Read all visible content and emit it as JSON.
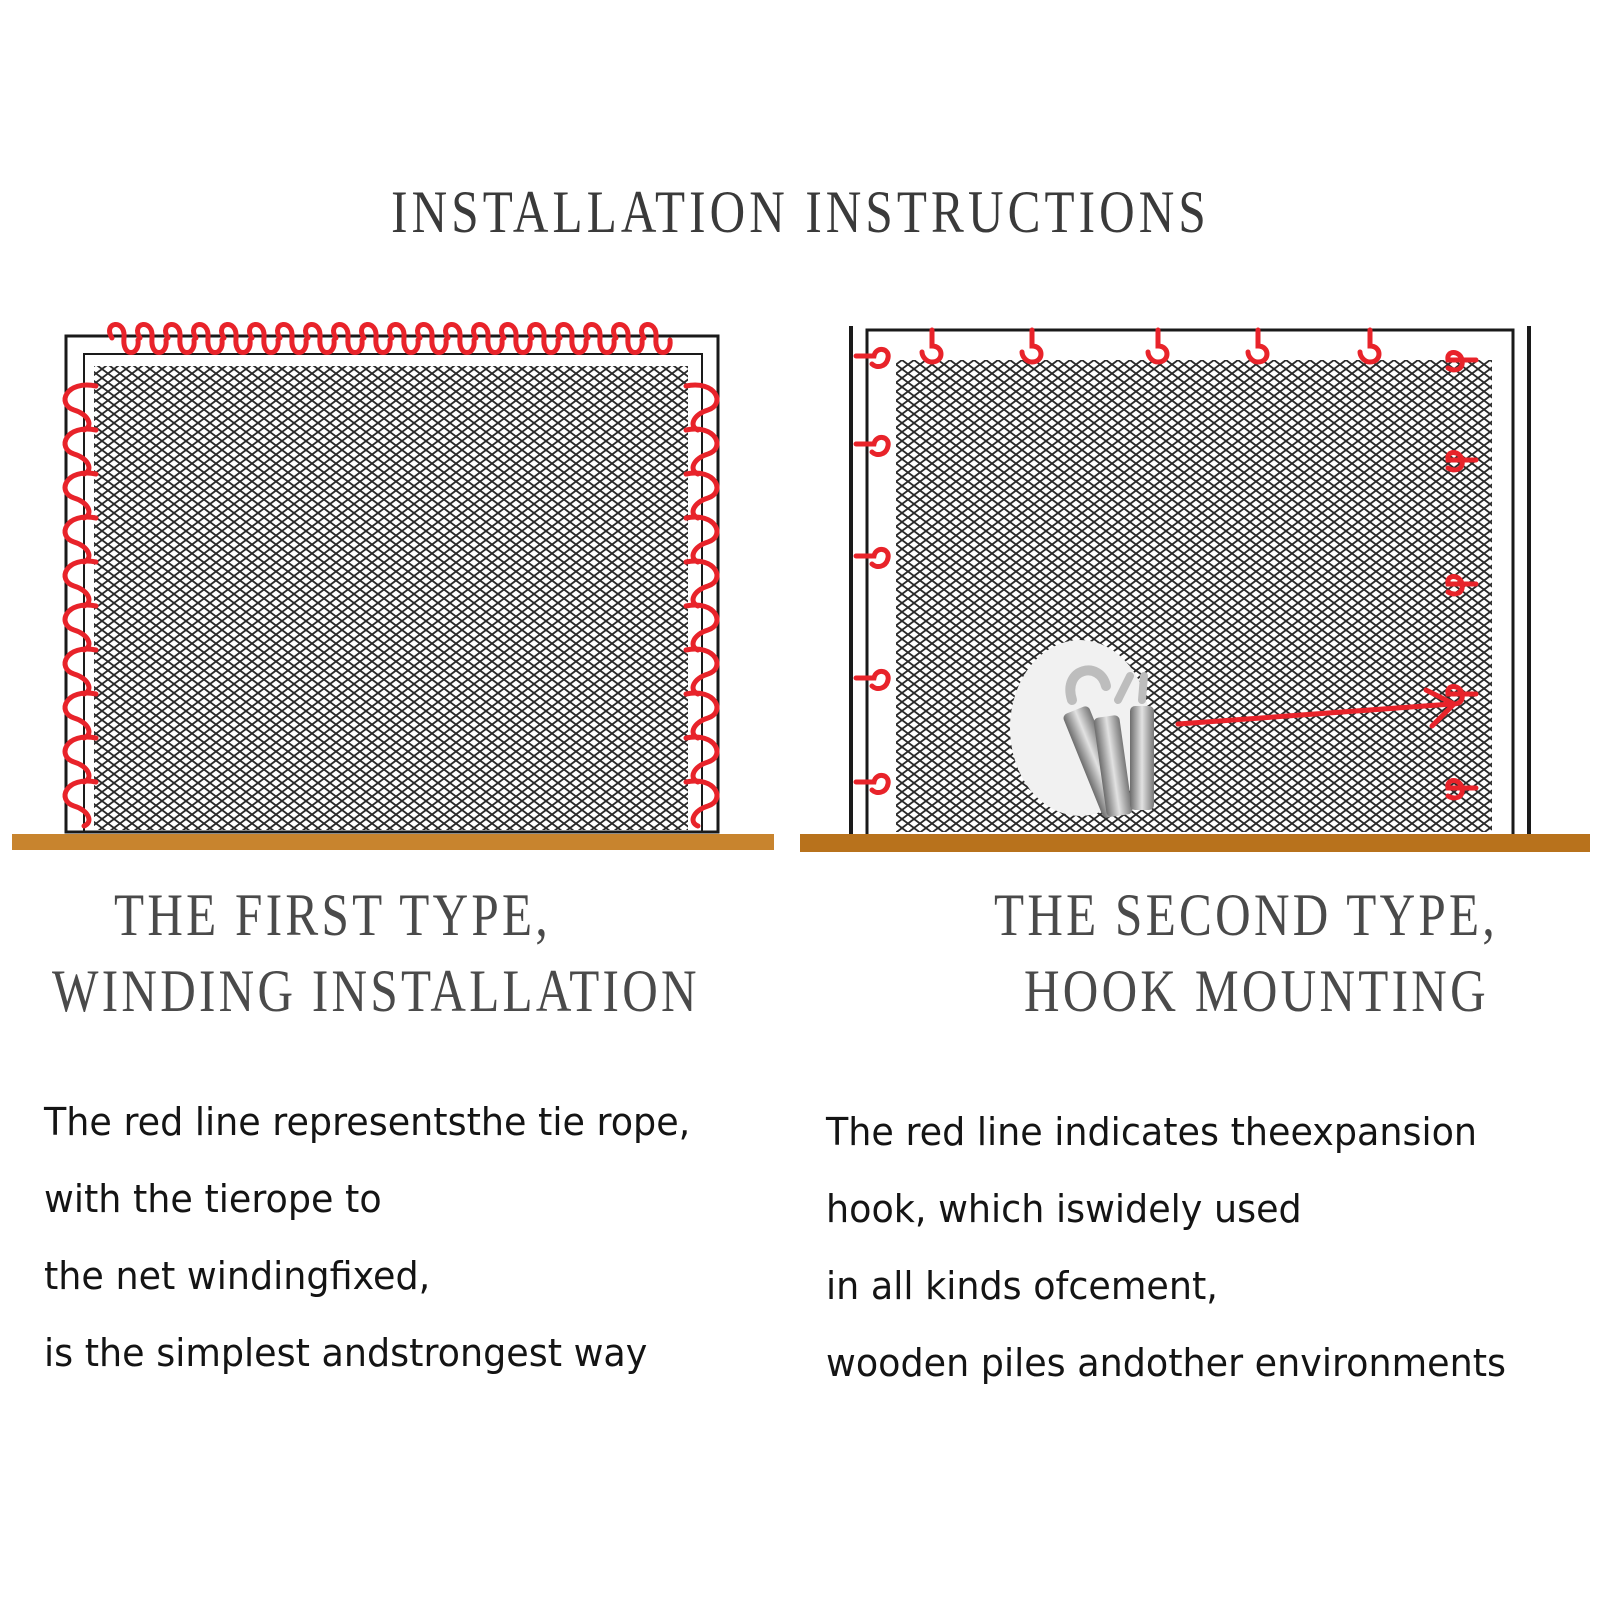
{
  "title": "INSTALLATION INSTRUCTIONS",
  "colors": {
    "rope": "#e8232a",
    "frame": "#1a1a1a",
    "ground": "#c8842e",
    "mesh": "#2a2a2a"
  },
  "left": {
    "heading_line1": "THE FIRST TYPE,",
    "heading_line2": "WINDING INSTALLATION",
    "desc": [
      "The red line representsthe tie rope,",
      "with the tierope to",
      "the net windingfixed,",
      "is the simplest andstrongest way"
    ]
  },
  "right": {
    "heading_line1": "THE SECOND TYPE,",
    "heading_line2": "HOOK MOUNTING",
    "desc": [
      "The red line indicates theexpansion",
      "hook, which iswidely used",
      "in all kinds ofcement,",
      "wooden piles andother environments"
    ]
  }
}
